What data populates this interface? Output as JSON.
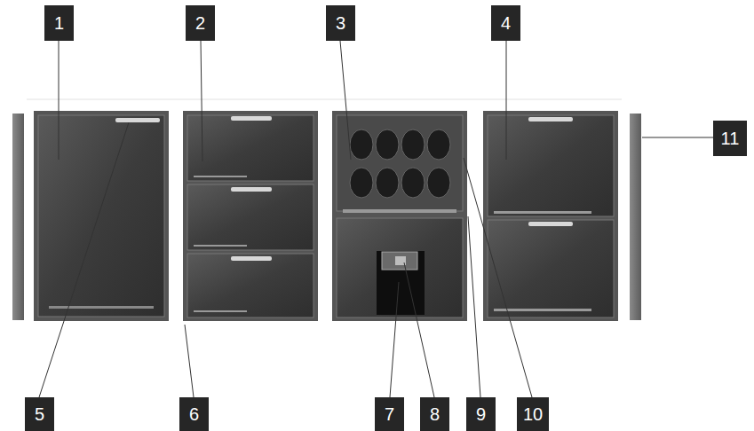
{
  "diagram": {
    "nodes": [
      {
        "text": [
          "1"
        ]
      },
      {
        "text": [
          "2"
        ]
      },
      {
        "text": [
          "3"
        ]
      },
      {
        "text": [
          "4"
        ]
      },
      {
        "text": [
          "11"
        ]
      },
      {
        "text": [
          "5"
        ]
      },
      {
        "text": [
          "6"
        ]
      },
      {
        "text": [
          "7"
        ]
      },
      {
        "text": [
          "8"
        ]
      },
      {
        "text": [
          "9"
        ]
      },
      {
        "text": [
          "10"
        ]
      }
    ]
  }
}
